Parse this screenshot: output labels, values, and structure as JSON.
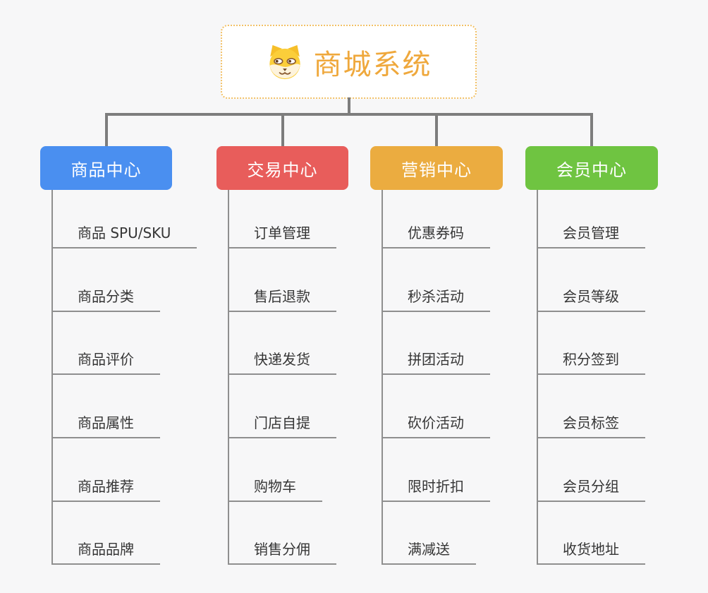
{
  "root": {
    "title": "商城系统",
    "icon": "dog-face-icon",
    "title_color": "#EFA83C",
    "border_color": "#F2C167"
  },
  "connector_color": "#7D7D7D",
  "background_color": "#F7F7F8",
  "branches": [
    {
      "label": "商品中心",
      "color": "#4A8FF0",
      "children": [
        "商品 SPU/SKU",
        "商品分类",
        "商品评价",
        "商品属性",
        "商品推荐",
        "商品品牌"
      ]
    },
    {
      "label": "交易中心",
      "color": "#E85D5B",
      "children": [
        "订单管理",
        "售后退款",
        "快递发货",
        "门店自提",
        "购物车",
        "销售分佣"
      ]
    },
    {
      "label": "营销中心",
      "color": "#EBAC40",
      "children": [
        "优惠券码",
        "秒杀活动",
        "拼团活动",
        "砍价活动",
        "限时折扣",
        "满减送"
      ]
    },
    {
      "label": "会员中心",
      "color": "#6FC441",
      "children": [
        "会员管理",
        "会员等级",
        "积分签到",
        "会员标签",
        "会员分组",
        "收货地址"
      ]
    }
  ]
}
